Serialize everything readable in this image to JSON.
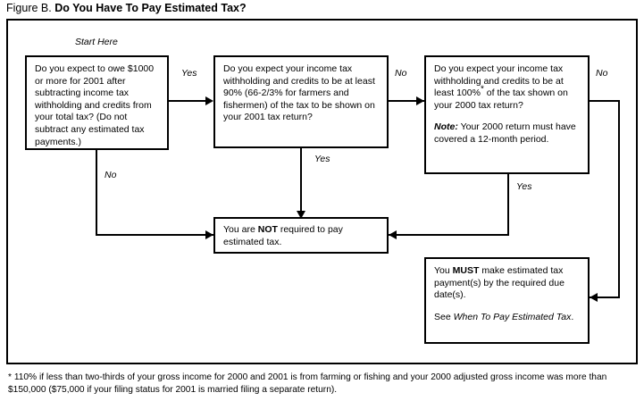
{
  "figure": {
    "label": "Figure B.",
    "title": "Do You Have To Pay Estimated Tax?"
  },
  "caption": {
    "start_here": "Start Here"
  },
  "nodes": {
    "owe": {
      "text": "Do you expect to owe $1000 or more for 2001 after subtracting income tax withholding and credits from your total tax? (Do not subtract any estimated tax payments.)"
    },
    "ninety_percent": {
      "text": "Do you expect your income tax withholding and credits to be at least 90% (66-2/3% for farmers and fishermen) of the tax to be shown on your 2001 tax return?"
    },
    "hundred_percent": {
      "text_before_star": "Do you expect your income tax withholding and credits to be at least 100%",
      "star": "*",
      "text_after_star": "of the tax shown on your 2000 tax return?",
      "note_label": "Note:",
      "note_text": "Your 2000 return must have covered a 12-month period."
    },
    "not_required": {
      "before": "You are",
      "emphasis": "NOT",
      "after": "required to pay estimated tax."
    },
    "must_pay": {
      "before": "You",
      "emphasis": "MUST",
      "after": "make estimated tax payment(s) by the required due date(s).",
      "see_prefix": "See",
      "see_reference": "When To Pay Estimated Tax",
      "see_suffix": "."
    }
  },
  "edges": {
    "owe_yes": "Yes",
    "owe_no": "No",
    "ninety_no": "No",
    "ninety_yes": "Yes",
    "hundred_no": "No",
    "hundred_yes": "Yes"
  },
  "footnote": {
    "marker": "*",
    "text": "110% if less than two-thirds of your gross income for 2000 and 2001 is from farming or fishing and your 2000 adjusted gross income was more than $150,000 ($75,000 if your filing status for 2001 is married filing a separate return)."
  },
  "colors": {
    "ink": "#000000",
    "paper": "#ffffff"
  }
}
